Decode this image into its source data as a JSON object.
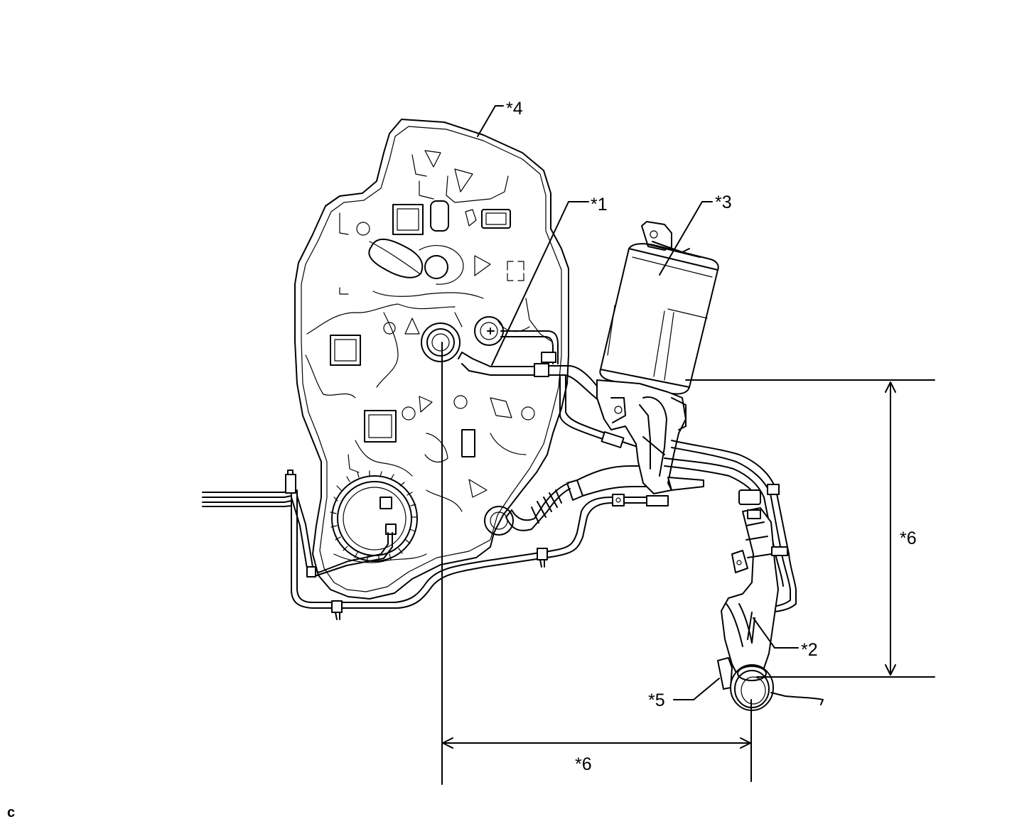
{
  "labels": {
    "c1": "*1",
    "c2": "*2",
    "c3": "*3",
    "c4": "*4",
    "c5": "*5",
    "c6_vertical": "*6",
    "c6_horizontal": "*6"
  },
  "corner_mark": "c"
}
